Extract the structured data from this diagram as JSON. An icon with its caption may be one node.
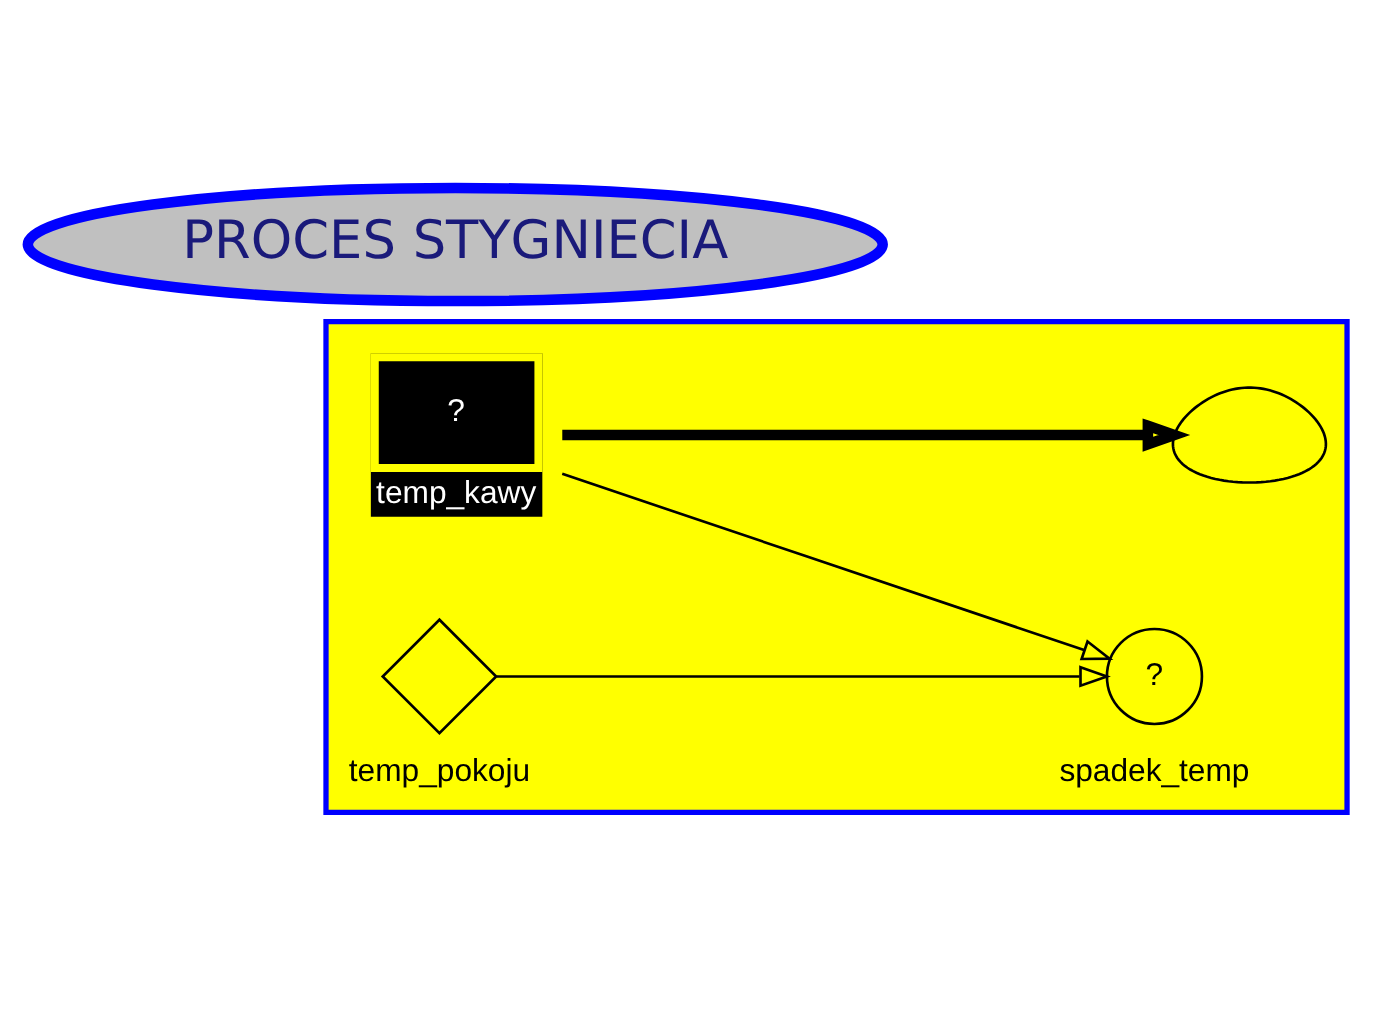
{
  "diagram": {
    "nodes": [
      {
        "text": [
          "PROCES STYGNIECIA"
        ]
      },
      {
        "text": [],
        "shape": "box"
      },
      {
        "text": [
          "?"
        ],
        "in": 1,
        "beside": [
          "temp_kawy"
        ]
      },
      {
        "text": [
          "?"
        ],
        "in": 1,
        "beside": [
          "spadek_temp"
        ]
      },
      {
        "text": [],
        "shape": "cloud",
        "in": 1
      },
      {
        "text": [],
        "shape": "diamond",
        "in": 1,
        "beside": [
          "temp_pokoju"
        ]
      }
    ],
    "edges": [
      {
        "from": 2,
        "to": 4,
        "arrow": "to",
        "style": "thick"
      },
      {
        "from": 2,
        "to": 3,
        "arrow": "to"
      },
      {
        "from": 5,
        "to": 3,
        "arrow": "to"
      }
    ]
  }
}
